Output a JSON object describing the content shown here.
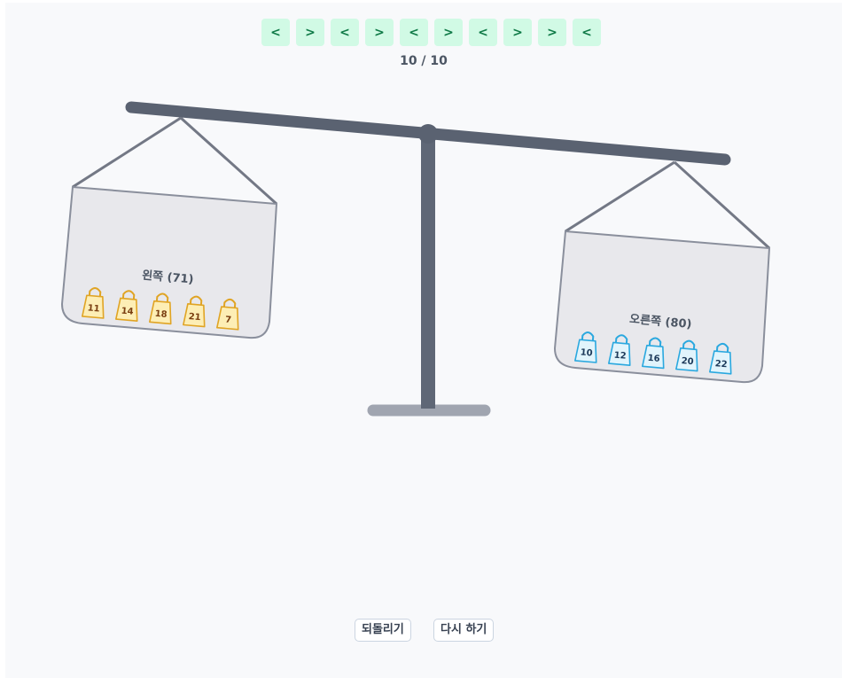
{
  "history": {
    "moves": [
      "<",
      ">",
      "<",
      ">",
      "<",
      ">",
      "<",
      ">",
      ">",
      "<"
    ],
    "counter": "10 / 10"
  },
  "colors": {
    "beam": "#5a6271",
    "pan_fill": "#e8e8ec",
    "pan_stroke": "#8a8f9c",
    "left_weight_fill": "#fdeeb5",
    "left_weight_stroke": "#e0a424",
    "left_weight_text": "#7a3e10",
    "right_weight_fill": "#e1f4fc",
    "right_weight_stroke": "#2aa8df",
    "right_weight_text": "#1d3a5a"
  },
  "left_pan": {
    "label": "왼쪽 (71)",
    "total": 71,
    "weights": [
      "11",
      "14",
      "18",
      "21",
      "7"
    ]
  },
  "right_pan": {
    "label": "오른쪽 (80)",
    "total": 80,
    "weights": [
      "10",
      "12",
      "16",
      "20",
      "22"
    ]
  },
  "buttons": {
    "undo": "되돌리기",
    "restart": "다시 하기"
  }
}
